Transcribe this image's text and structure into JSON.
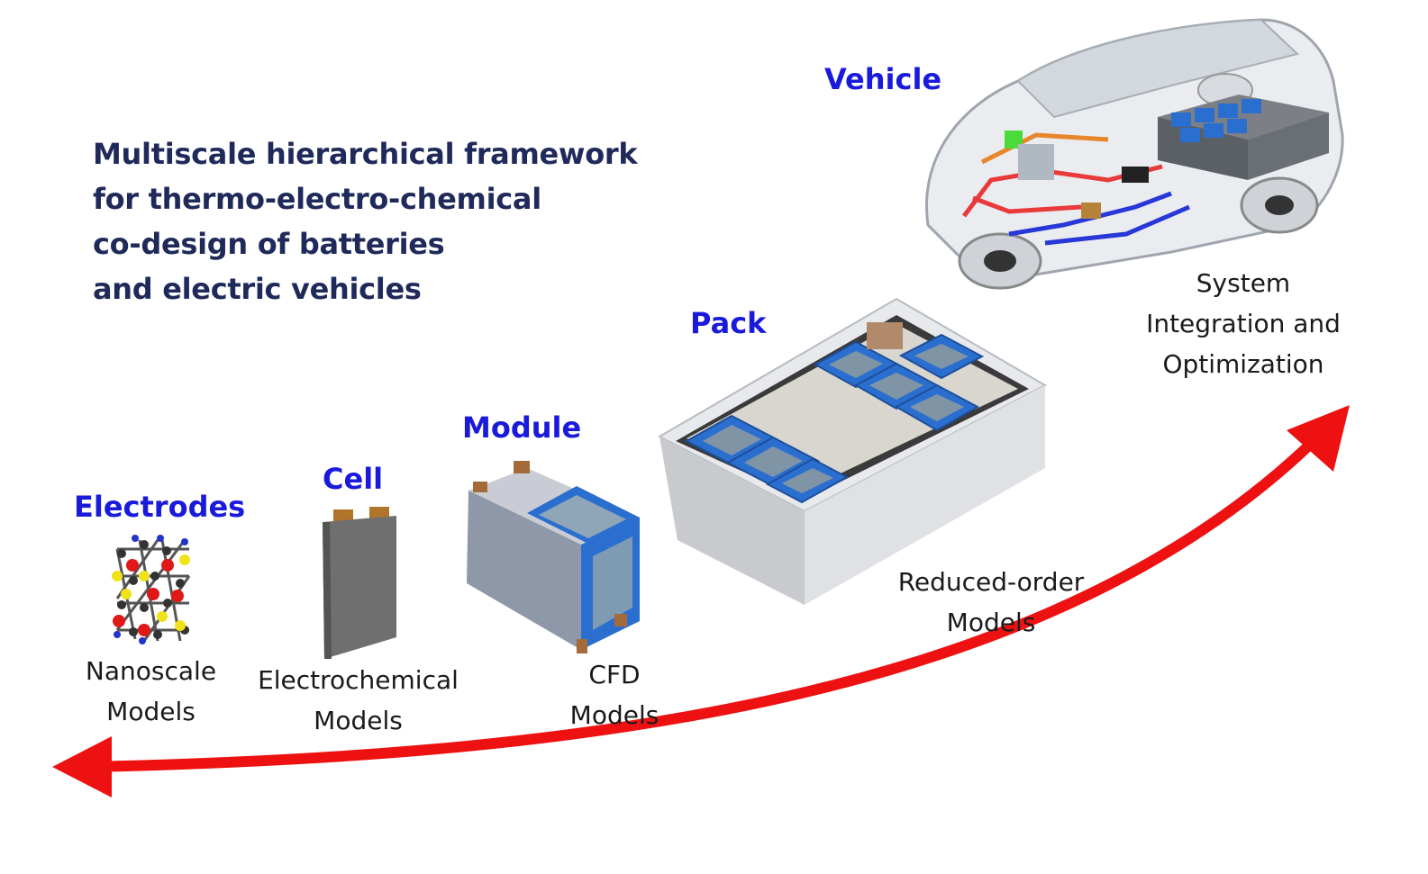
{
  "title_lines": [
    "Multiscale hierarchical framework",
    "for thermo-electro-chemical",
    "co-design of batteries",
    "and electric vehicles"
  ],
  "levels": {
    "electrodes": "Electrodes",
    "cell": "Cell",
    "module": "Module",
    "pack": "Pack",
    "vehicle": "Vehicle"
  },
  "captions": {
    "electrodes": [
      "Nanoscale",
      "Models"
    ],
    "cell": [
      "Electrochemical",
      "Models"
    ],
    "module": [
      "CFD",
      "Models"
    ],
    "pack": [
      "Reduced-order",
      "Models"
    ],
    "vehicle": [
      "System",
      "Integration and",
      "Optimization"
    ]
  },
  "colors": {
    "title": "#1f2a5a",
    "level_label": "#1a1adb",
    "arrow": "#ee1111",
    "module_blue": "#2a6fd0"
  }
}
